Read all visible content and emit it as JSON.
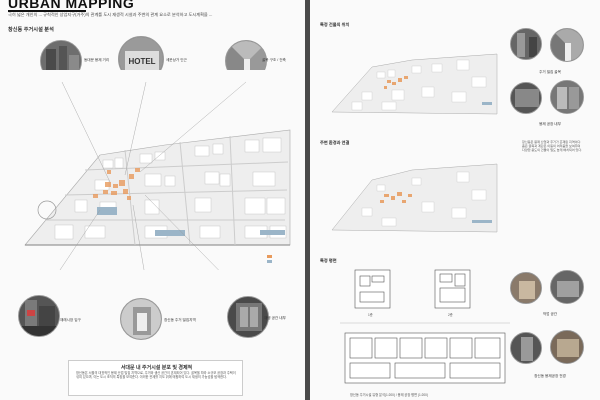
{
  "board1": {
    "title": "URBAN MAPPING",
    "intro": "극히 넓은 개인의 ... 규칙적인 상업지구(거주)의 관계를 도시 재생적 시설과 주변의 관계 요소로 분석하고 도시계획을 ...",
    "section_heading": "창신동 주거시설 분석",
    "callouts": {
      "top_left": "동대문 봉제 거리",
      "top_mid": "세운상가 인근",
      "top_right": "골목 구조 / 건축",
      "bottom_left": "재래시장 입구",
      "bottom_mid": "창신동 주거 밀집지역",
      "bottom_right": "재생 공간 내부"
    },
    "sign_text": "HOTEL",
    "note": {
      "title": "서대문 내 주거시설 분포 및 경제적",
      "text": "창신동은 서울의 대표적인 봉제 산업 밀집 지역으로, 주거와 생산 공간이 혼재되어 있다. 골목을 따라 소규모 공장과 주택이 섞여 있으며, 이는 도시 조직의 특징을 보여준다. 이러한 관계를 지도 위에 매핑하여 도시 재생의 가능성을 탐색한다."
    }
  },
  "board2": {
    "labels": {
      "map1": "특정 건물의 위치",
      "map2": "주변 환경과 연결",
      "plan": "특정 평면",
      "plan1": "1층",
      "plan2": "2층",
      "plan_caption": "창신동 주거시설 유형 분석(1:200) / 봉제 공장 평면 (1:200)"
    },
    "photo_captions": {
      "p1": "주거 밀집 골목",
      "p2": "봉제 공장 내부",
      "p3": "작업 공간",
      "p4": "창신동 봉제공장 전경"
    },
    "side_text": "창신동은 봉제 산업과 주거가 혼재된 지역이다. 좁은 골목과 계단은 이동의 어려움을 보여주며 다양한 용도의 건물이 밀도 높게 배치되어 있다."
  },
  "colors": {
    "highlight": "#e89a5c",
    "water": "#9bb5c8",
    "block": "#e6e6e6",
    "road": "#ffffff"
  }
}
